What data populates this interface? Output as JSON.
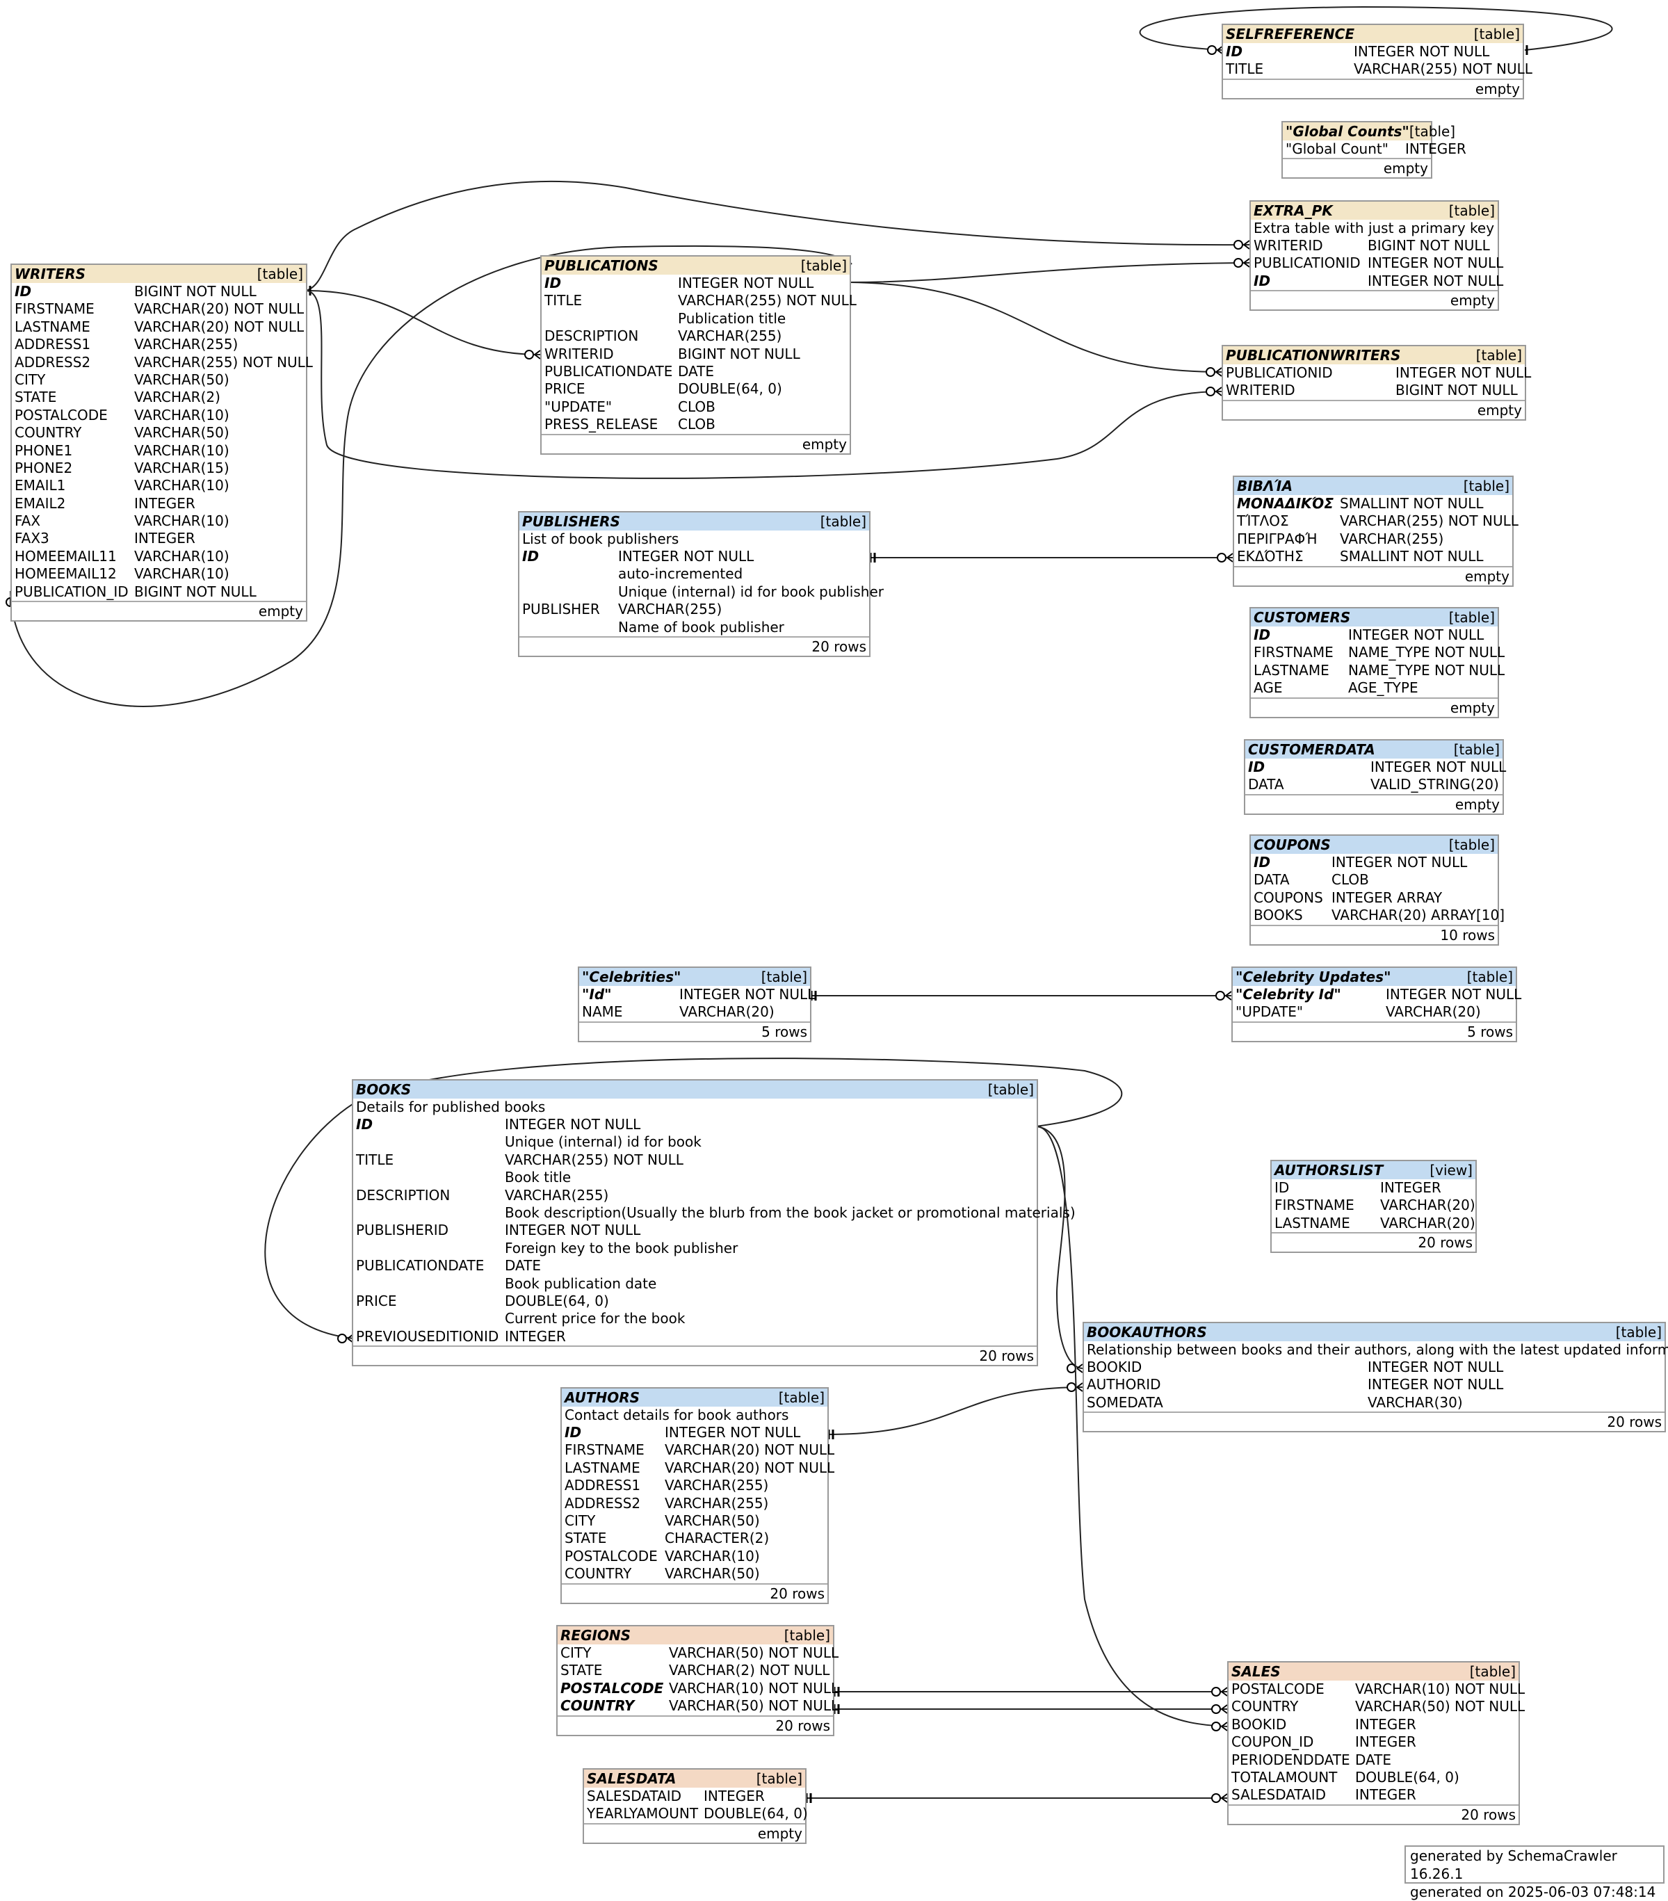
{
  "tables": [
    {
      "id": "selfreference",
      "name": "SELFREFERENCE",
      "kind": "[table]",
      "header": "tan",
      "rows": [
        [
          "ID",
          "INTEGER NOT NULL",
          true
        ],
        [
          "TITLE",
          "VARCHAR(255) NOT NULL",
          false
        ]
      ],
      "footer": "empty"
    },
    {
      "id": "globalcounts",
      "name": "\"Global Counts\"",
      "kind": "[table]",
      "header": "tan",
      "rows": [
        [
          "\"Global Count\"",
          "INTEGER",
          false
        ]
      ],
      "footer": "empty"
    },
    {
      "id": "extrapk",
      "name": "EXTRA_PK",
      "kind": "[table]",
      "header": "tan",
      "remarks": "Extra table with just a primary key",
      "rows": [
        [
          "WRITERID",
          "BIGINT NOT NULL",
          false
        ],
        [
          "PUBLICATIONID",
          "INTEGER NOT NULL",
          false
        ],
        [
          "ID",
          "INTEGER NOT NULL",
          true
        ]
      ],
      "footer": "empty"
    },
    {
      "id": "writers",
      "name": "WRITERS",
      "kind": "[table]",
      "header": "tan",
      "rows": [
        [
          "ID",
          "BIGINT NOT NULL",
          true
        ],
        [
          "FIRSTNAME",
          "VARCHAR(20) NOT NULL",
          false
        ],
        [
          "LASTNAME",
          "VARCHAR(20) NOT NULL",
          false
        ],
        [
          "ADDRESS1",
          "VARCHAR(255)",
          false
        ],
        [
          "ADDRESS2",
          "VARCHAR(255) NOT NULL",
          false
        ],
        [
          "CITY",
          "VARCHAR(50)",
          false
        ],
        [
          "STATE",
          "VARCHAR(2)",
          false
        ],
        [
          "POSTALCODE",
          "VARCHAR(10)",
          false
        ],
        [
          "COUNTRY",
          "VARCHAR(50)",
          false
        ],
        [
          "PHONE1",
          "VARCHAR(10)",
          false
        ],
        [
          "PHONE2",
          "VARCHAR(15)",
          false
        ],
        [
          "EMAIL1",
          "VARCHAR(10)",
          false
        ],
        [
          "EMAIL2",
          "INTEGER",
          false
        ],
        [
          "FAX",
          "VARCHAR(10)",
          false
        ],
        [
          "FAX3",
          "INTEGER",
          false
        ],
        [
          "HOMEEMAIL11",
          "VARCHAR(10)",
          false
        ],
        [
          "HOMEEMAIL12",
          "VARCHAR(10)",
          false
        ],
        [
          "PUBLICATION_ID",
          "BIGINT NOT NULL",
          false
        ]
      ],
      "footer": "empty"
    },
    {
      "id": "publications",
      "name": "PUBLICATIONS",
      "kind": "[table]",
      "header": "tan",
      "rows": [
        [
          "ID",
          "INTEGER NOT NULL",
          true
        ],
        [
          "TITLE",
          "VARCHAR(255) NOT NULL",
          false
        ],
        [
          "",
          "Publication title",
          false
        ],
        [
          "DESCRIPTION",
          "VARCHAR(255)",
          false
        ],
        [
          "WRITERID",
          "BIGINT NOT NULL",
          false
        ],
        [
          "PUBLICATIONDATE",
          "DATE",
          false
        ],
        [
          "PRICE",
          "DOUBLE(64, 0)",
          false
        ],
        [
          "\"UPDATE\"",
          "CLOB",
          false
        ],
        [
          "PRESS_RELEASE",
          "CLOB",
          false
        ]
      ],
      "footer": "empty"
    },
    {
      "id": "publicationwriters",
      "name": "PUBLICATIONWRITERS",
      "kind": "[table]",
      "header": "tan",
      "rows": [
        [
          "PUBLICATIONID",
          "INTEGER NOT NULL",
          false
        ],
        [
          "WRITERID",
          "BIGINT NOT NULL",
          false
        ]
      ],
      "footer": "empty"
    },
    {
      "id": "vivlia",
      "name": "ΒΙΒΛΊΑ",
      "kind": "[table]",
      "header": "blue",
      "rows": [
        [
          "ΜΟΝΑΔΙΚΌΣ",
          "SMALLINT NOT NULL",
          true
        ],
        [
          "ΤΊΤΛΟΣ",
          "VARCHAR(255) NOT NULL",
          false
        ],
        [
          "ΠΕΡΙΓΡΑΦΉ",
          "VARCHAR(255)",
          false
        ],
        [
          "ΕΚΔΌΤΗΣ",
          "SMALLINT NOT NULL",
          false
        ]
      ],
      "footer": "empty"
    },
    {
      "id": "publishers",
      "name": "PUBLISHERS",
      "kind": "[table]",
      "header": "blue",
      "remarks": "List of book publishers",
      "rows": [
        [
          "ID",
          "INTEGER NOT NULL",
          true
        ],
        [
          "",
          "auto-incremented",
          false
        ],
        [
          "",
          "Unique (internal) id for book publisher",
          false
        ],
        [
          "PUBLISHER",
          "VARCHAR(255)",
          false
        ],
        [
          "",
          "Name of book publisher",
          false
        ]
      ],
      "footer": "20 rows"
    },
    {
      "id": "customers",
      "name": "CUSTOMERS",
      "kind": "[table]",
      "header": "blue",
      "rows": [
        [
          "ID",
          "INTEGER NOT NULL",
          true
        ],
        [
          "FIRSTNAME",
          "NAME_TYPE NOT NULL",
          false
        ],
        [
          "LASTNAME",
          "NAME_TYPE NOT NULL",
          false
        ],
        [
          "AGE",
          "AGE_TYPE",
          false
        ]
      ],
      "footer": "empty"
    },
    {
      "id": "customerdata",
      "name": "CUSTOMERDATA",
      "kind": "[table]",
      "header": "blue",
      "rows": [
        [
          "ID",
          "INTEGER NOT NULL",
          true
        ],
        [
          "DATA",
          "VALID_STRING(20)",
          false
        ]
      ],
      "footer": "empty"
    },
    {
      "id": "coupons",
      "name": "COUPONS",
      "kind": "[table]",
      "header": "blue",
      "rows": [
        [
          "ID",
          "INTEGER NOT NULL",
          true
        ],
        [
          "DATA",
          "CLOB",
          false
        ],
        [
          "COUPONS",
          "INTEGER ARRAY",
          false
        ],
        [
          "BOOKS",
          "VARCHAR(20) ARRAY[10]",
          false
        ]
      ],
      "footer": "10 rows"
    },
    {
      "id": "celebrities",
      "name": "\"Celebrities\"",
      "kind": "[table]",
      "header": "blue",
      "rows": [
        [
          "\"Id\"",
          "INTEGER NOT NULL",
          true
        ],
        [
          "NAME",
          "VARCHAR(20)",
          false
        ]
      ],
      "footer": "5 rows"
    },
    {
      "id": "celebupdates",
      "name": "\"Celebrity Updates\"",
      "kind": "[table]",
      "header": "blue",
      "rows": [
        [
          "\"Celebrity Id\"",
          "INTEGER NOT NULL",
          true
        ],
        [
          "\"UPDATE\"",
          "VARCHAR(20)",
          false
        ]
      ],
      "footer": "5 rows"
    },
    {
      "id": "books",
      "name": "BOOKS",
      "kind": "[table]",
      "header": "blue",
      "remarks": "Details for published books",
      "rows": [
        [
          "ID",
          "INTEGER NOT NULL",
          true
        ],
        [
          "",
          "Unique (internal) id for book",
          false
        ],
        [
          "TITLE",
          "VARCHAR(255) NOT NULL",
          false
        ],
        [
          "",
          "Book title",
          false
        ],
        [
          "DESCRIPTION",
          "VARCHAR(255)",
          false
        ],
        [
          "",
          "Book description(Usually the blurb from the book jacket or promotional materials)",
          false
        ],
        [
          "PUBLISHERID",
          "INTEGER NOT NULL",
          false
        ],
        [
          "",
          "Foreign key to the book publisher",
          false
        ],
        [
          "PUBLICATIONDATE",
          "DATE",
          false
        ],
        [
          "",
          "Book publication date",
          false
        ],
        [
          "PRICE",
          "DOUBLE(64, 0)",
          false
        ],
        [
          "",
          "Current price for the book",
          false
        ],
        [
          "PREVIOUSEDITIONID",
          "INTEGER",
          false
        ]
      ],
      "footer": "20 rows"
    },
    {
      "id": "authorslist",
      "name": "AUTHORSLIST",
      "kind": "[view]",
      "header": "blue",
      "rows": [
        [
          "ID",
          "INTEGER",
          false
        ],
        [
          "FIRSTNAME",
          "VARCHAR(20)",
          false
        ],
        [
          "LASTNAME",
          "VARCHAR(20)",
          false
        ]
      ],
      "footer": "20 rows"
    },
    {
      "id": "bookauthors",
      "name": "BOOKAUTHORS",
      "kind": "[table]",
      "header": "blue",
      "remarks": "Relationship between books and their authors, along with the latest updated information",
      "rows": [
        [
          "BOOKID",
          "INTEGER NOT NULL",
          false
        ],
        [
          "AUTHORID",
          "INTEGER NOT NULL",
          false
        ],
        [
          "SOMEDATA",
          "VARCHAR(30)",
          false
        ]
      ],
      "footer": "20 rows"
    },
    {
      "id": "authors",
      "name": "AUTHORS",
      "kind": "[table]",
      "header": "blue",
      "remarks": "Contact details for book authors",
      "rows": [
        [
          "ID",
          "INTEGER NOT NULL",
          true
        ],
        [
          "FIRSTNAME",
          "VARCHAR(20) NOT NULL",
          false
        ],
        [
          "LASTNAME",
          "VARCHAR(20) NOT NULL",
          false
        ],
        [
          "ADDRESS1",
          "VARCHAR(255)",
          false
        ],
        [
          "ADDRESS2",
          "VARCHAR(255)",
          false
        ],
        [
          "CITY",
          "VARCHAR(50)",
          false
        ],
        [
          "STATE",
          "CHARACTER(2)",
          false
        ],
        [
          "POSTALCODE",
          "VARCHAR(10)",
          false
        ],
        [
          "COUNTRY",
          "VARCHAR(50)",
          false
        ]
      ],
      "footer": "20 rows"
    },
    {
      "id": "regions",
      "name": "REGIONS",
      "kind": "[table]",
      "header": "peach",
      "rows": [
        [
          "CITY",
          "VARCHAR(50) NOT NULL",
          false
        ],
        [
          "STATE",
          "VARCHAR(2) NOT NULL",
          false
        ],
        [
          "POSTALCODE",
          "VARCHAR(10) NOT NULL",
          true
        ],
        [
          "COUNTRY",
          "VARCHAR(50) NOT NULL",
          true
        ]
      ],
      "footer": "20 rows"
    },
    {
      "id": "sales",
      "name": "SALES",
      "kind": "[table]",
      "header": "peach",
      "rows": [
        [
          "POSTALCODE",
          "VARCHAR(10) NOT NULL",
          false
        ],
        [
          "COUNTRY",
          "VARCHAR(50) NOT NULL",
          false
        ],
        [
          "BOOKID",
          "INTEGER",
          false
        ],
        [
          "COUPON_ID",
          "INTEGER",
          false
        ],
        [
          "PERIODENDDATE",
          "DATE",
          false
        ],
        [
          "TOTALAMOUNT",
          "DOUBLE(64, 0)",
          false
        ],
        [
          "SALESDATAID",
          "INTEGER",
          false
        ]
      ],
      "footer": "20 rows"
    },
    {
      "id": "salesdata",
      "name": "SALESDATA",
      "kind": "[table]",
      "header": "peach",
      "rows": [
        [
          "SALESDATAID",
          "INTEGER",
          false
        ],
        [
          "YEARLYAMOUNT",
          "DOUBLE(64, 0)",
          false
        ]
      ],
      "footer": "empty"
    }
  ],
  "credits": {
    "line1": "generated by SchemaCrawler 16.26.1",
    "line2": "generated on 2025-06-03 07:48:14"
  },
  "colors": {
    "tan": "#f3e6c7",
    "blue": "#c3dbf1",
    "peach": "#f4d9c4",
    "border": "#999999",
    "edge": "#222222"
  }
}
